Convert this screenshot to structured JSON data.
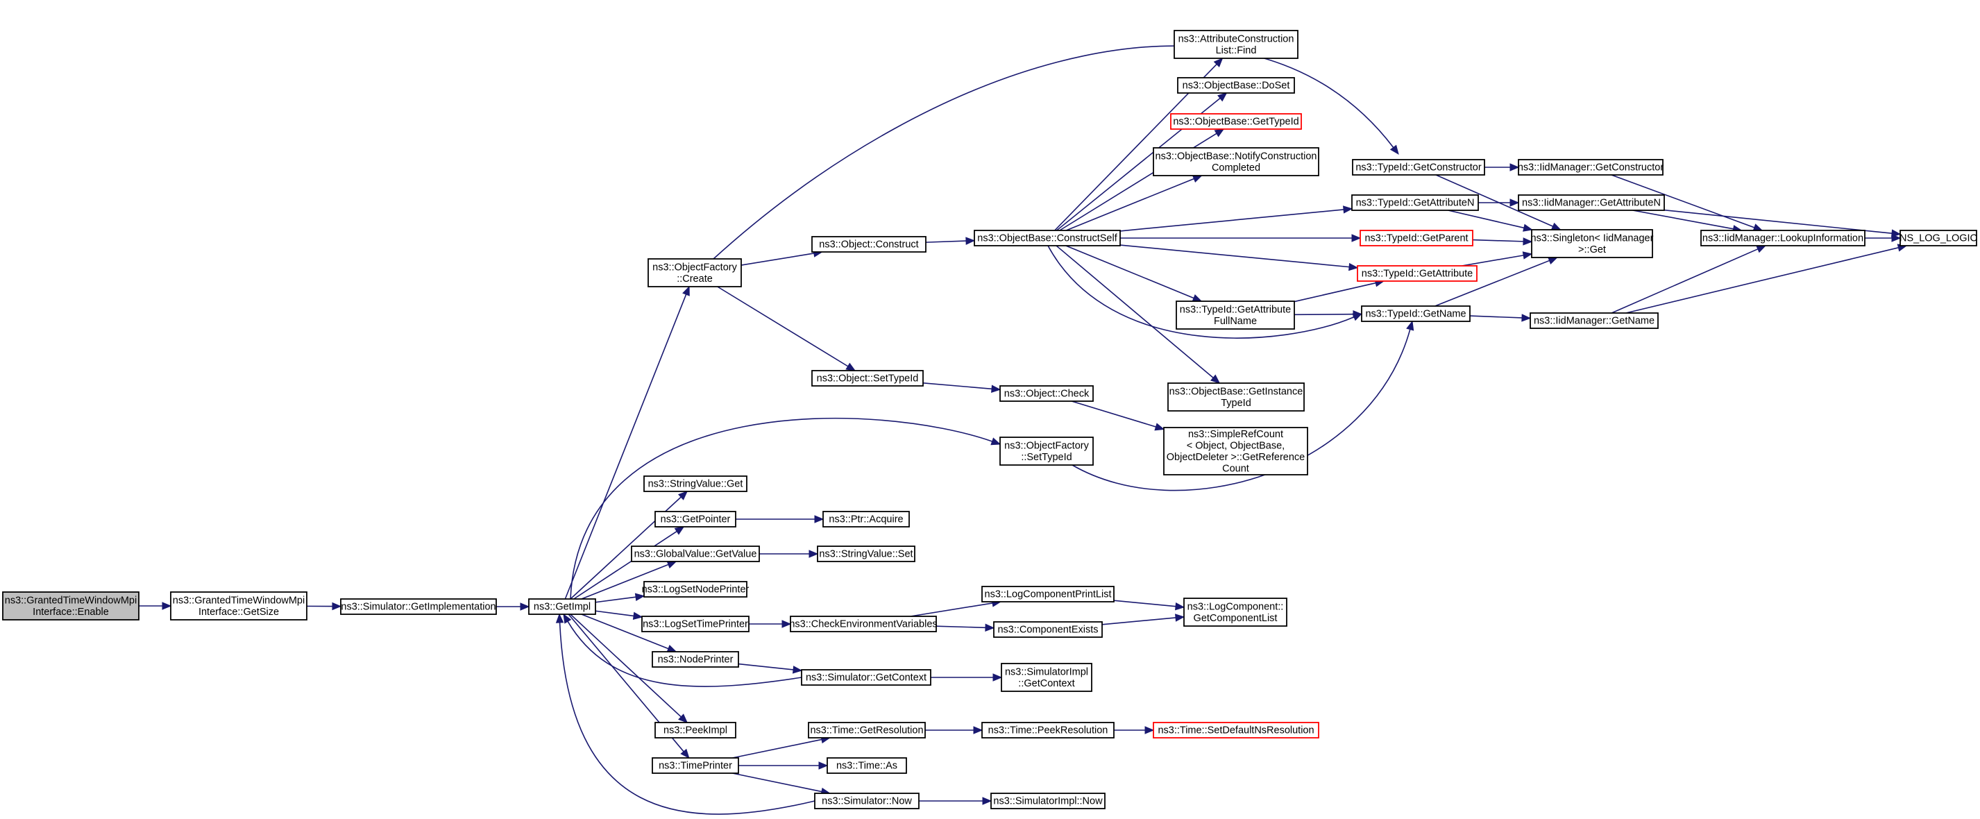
{
  "graph": {
    "colors": {
      "edge": "#191970",
      "border_normal": "#000000",
      "border_truncated": "#ff0000",
      "root_fill": "#bfbfbf",
      "node_fill": "#ffffff"
    },
    "nodes": [
      {
        "id": "enable",
        "lines": [
          "ns3::GrantedTimeWindowMpi",
          "Interface::Enable"
        ],
        "style": "root"
      },
      {
        "id": "getsize",
        "lines": [
          "ns3::GrantedTimeWindowMpi",
          "Interface::GetSize"
        ]
      },
      {
        "id": "simgetimpl",
        "lines": [
          "ns3::Simulator::GetImplementation"
        ]
      },
      {
        "id": "getimpl",
        "lines": [
          "ns3::GetImpl"
        ]
      },
      {
        "id": "ofcreate",
        "lines": [
          "ns3::ObjectFactory",
          "::Create"
        ]
      },
      {
        "id": "objconstruct",
        "lines": [
          "ns3::Object::Construct"
        ]
      },
      {
        "id": "constructself",
        "lines": [
          "ns3::ObjectBase::ConstructSelf"
        ]
      },
      {
        "id": "attrfind",
        "lines": [
          "ns3::AttributeConstruction",
          "List::Find"
        ]
      },
      {
        "id": "doset",
        "lines": [
          "ns3::ObjectBase::DoSet"
        ]
      },
      {
        "id": "obgettypeid",
        "lines": [
          "ns3::ObjectBase::GetTypeId"
        ],
        "style": "truncated"
      },
      {
        "id": "notifyconstruction",
        "lines": [
          "ns3::ObjectBase::NotifyConstruction",
          "Completed"
        ]
      },
      {
        "id": "getconstructor",
        "lines": [
          "ns3::TypeId::GetConstructor"
        ]
      },
      {
        "id": "getattributen",
        "lines": [
          "ns3::TypeId::GetAttributeN"
        ]
      },
      {
        "id": "getparent",
        "lines": [
          "ns3::TypeId::GetParent"
        ],
        "style": "truncated"
      },
      {
        "id": "getattribute",
        "lines": [
          "ns3::TypeId::GetAttribute"
        ],
        "style": "truncated"
      },
      {
        "id": "getattrfullname",
        "lines": [
          "ns3::TypeId::GetAttribute",
          "FullName"
        ]
      },
      {
        "id": "getname",
        "lines": [
          "ns3::TypeId::GetName"
        ]
      },
      {
        "id": "iidgetconstructor",
        "lines": [
          "ns3::IidManager::GetConstructor"
        ]
      },
      {
        "id": "iidgetattributen",
        "lines": [
          "ns3::IidManager::GetAttributeN"
        ]
      },
      {
        "id": "singletonget",
        "lines": [
          "ns3::Singleton< IidManager",
          "&gt;::Get"
        ]
      },
      {
        "id": "iidgetname",
        "lines": [
          "ns3::IidManager::GetName"
        ]
      },
      {
        "id": "lookupinfo",
        "lines": [
          "ns3::IidManager::LookupInformation"
        ]
      },
      {
        "id": "nslog",
        "lines": [
          "NS_LOG_LOGIC"
        ]
      },
      {
        "id": "objsettypeid",
        "lines": [
          "ns3::Object::SetTypeId"
        ]
      },
      {
        "id": "objcheck",
        "lines": [
          "ns3::Object::Check"
        ]
      },
      {
        "id": "obgetinstancetypeid",
        "lines": [
          "ns3::ObjectBase::GetInstance",
          "TypeId"
        ]
      },
      {
        "id": "simplerefcount",
        "lines": [
          "ns3::SimpleRefCount",
          "< Object, ObjectBase,",
          "ObjectDeleter >::GetReference",
          "Count"
        ]
      },
      {
        "id": "ofsettypeid",
        "lines": [
          "ns3::ObjectFactory",
          "::SetTypeId"
        ]
      },
      {
        "id": "stringvalueget",
        "lines": [
          "ns3::StringValue::Get"
        ]
      },
      {
        "id": "getpointer",
        "lines": [
          "ns3::GetPointer"
        ]
      },
      {
        "id": "ptracquire",
        "lines": [
          "ns3::Ptr::Acquire"
        ]
      },
      {
        "id": "globalvalueget",
        "lines": [
          "ns3::GlobalValue::GetValue"
        ]
      },
      {
        "id": "stringvalueset",
        "lines": [
          "ns3::StringValue::Set"
        ]
      },
      {
        "id": "logsetnodeprinter",
        "lines": [
          "ns3::LogSetNodePrinter"
        ]
      },
      {
        "id": "logsettimeprinter",
        "lines": [
          "ns3::LogSetTimePrinter"
        ]
      },
      {
        "id": "checkenv",
        "lines": [
          "ns3::CheckEnvironmentVariables"
        ]
      },
      {
        "id": "logcompprintlist",
        "lines": [
          "ns3::LogComponentPrintList"
        ]
      },
      {
        "id": "componentexists",
        "lines": [
          "ns3::ComponentExists"
        ]
      },
      {
        "id": "getcomponentlist",
        "lines": [
          "ns3::LogComponent::",
          "GetComponentList"
        ]
      },
      {
        "id": "nodeprinter",
        "lines": [
          "ns3::NodePrinter"
        ]
      },
      {
        "id": "simgetcontext",
        "lines": [
          "ns3::Simulator::GetContext"
        ]
      },
      {
        "id": "simimplgetcontext",
        "lines": [
          "ns3::SimulatorImpl",
          "::GetContext"
        ]
      },
      {
        "id": "peekimpl",
        "lines": [
          "ns3::PeekImpl"
        ]
      },
      {
        "id": "timeprinter",
        "lines": [
          "ns3::TimePrinter"
        ]
      },
      {
        "id": "timegetresolution",
        "lines": [
          "ns3::Time::GetResolution"
        ]
      },
      {
        "id": "timepeekresolution",
        "lines": [
          "ns3::Time::PeekResolution"
        ]
      },
      {
        "id": "setdefaultns",
        "lines": [
          "ns3::Time::SetDefaultNsResolution"
        ],
        "style": "truncated"
      },
      {
        "id": "timeas",
        "lines": [
          "ns3::Time::As"
        ]
      },
      {
        "id": "simnow",
        "lines": [
          "ns3::Simulator::Now"
        ]
      },
      {
        "id": "simimplnow",
        "lines": [
          "ns3::SimulatorImpl::Now"
        ]
      }
    ],
    "edges": [
      [
        "enable",
        "getsize"
      ],
      [
        "getsize",
        "simgetimpl"
      ],
      [
        "simgetimpl",
        "getimpl"
      ],
      [
        "getimpl",
        "ofcreate"
      ],
      [
        "getimpl",
        "ofsettypeid"
      ],
      [
        "getimpl",
        "stringvalueget"
      ],
      [
        "getimpl",
        "getpointer"
      ],
      [
        "getimpl",
        "globalvalueget"
      ],
      [
        "getimpl",
        "logsetnodeprinter"
      ],
      [
        "getimpl",
        "logsettimeprinter"
      ],
      [
        "getimpl",
        "nodeprinter"
      ],
      [
        "getimpl",
        "peekimpl"
      ],
      [
        "getimpl",
        "timeprinter"
      ],
      [
        "ofcreate",
        "objconstruct"
      ],
      [
        "ofcreate",
        "objsettypeid"
      ],
      [
        "ofcreate",
        "getconstructor"
      ],
      [
        "objconstruct",
        "constructself"
      ],
      [
        "constructself",
        "attrfind"
      ],
      [
        "constructself",
        "doset"
      ],
      [
        "constructself",
        "obgettypeid"
      ],
      [
        "constructself",
        "notifyconstruction"
      ],
      [
        "constructself",
        "getattributen"
      ],
      [
        "constructself",
        "getparent"
      ],
      [
        "constructself",
        "getattribute"
      ],
      [
        "constructself",
        "getattrfullname"
      ],
      [
        "constructself",
        "getname"
      ],
      [
        "constructself",
        "obgetinstancetypeid"
      ],
      [
        "getconstructor",
        "iidgetconstructor"
      ],
      [
        "getconstructor",
        "singletonget"
      ],
      [
        "getattributen",
        "iidgetattributen"
      ],
      [
        "getattributen",
        "singletonget"
      ],
      [
        "getparent",
        "singletonget"
      ],
      [
        "getattribute",
        "singletonget"
      ],
      [
        "getattrfullname",
        "getattribute"
      ],
      [
        "getattrfullname",
        "getname"
      ],
      [
        "getname",
        "singletonget"
      ],
      [
        "getname",
        "iidgetname"
      ],
      [
        "iidgetconstructor",
        "lookupinfo"
      ],
      [
        "iidgetattributen",
        "lookupinfo"
      ],
      [
        "iidgetattributen",
        "nslog"
      ],
      [
        "iidgetname",
        "lookupinfo"
      ],
      [
        "iidgetname",
        "nslog"
      ],
      [
        "lookupinfo",
        "nslog"
      ],
      [
        "objsettypeid",
        "objcheck"
      ],
      [
        "objcheck",
        "simplerefcount"
      ],
      [
        "ofsettypeid",
        "getname"
      ],
      [
        "getpointer",
        "ptracquire"
      ],
      [
        "globalvalueget",
        "stringvalueset"
      ],
      [
        "logsettimeprinter",
        "checkenv"
      ],
      [
        "checkenv",
        "logcompprintlist"
      ],
      [
        "checkenv",
        "componentexists"
      ],
      [
        "logcompprintlist",
        "getcomponentlist"
      ],
      [
        "componentexists",
        "getcomponentlist"
      ],
      [
        "nodeprinter",
        "simgetcontext"
      ],
      [
        "simgetcontext",
        "getimpl"
      ],
      [
        "simgetcontext",
        "simimplgetcontext"
      ],
      [
        "timeprinter",
        "timegetresolution"
      ],
      [
        "timeprinter",
        "timeas"
      ],
      [
        "timeprinter",
        "simnow"
      ],
      [
        "timegetresolution",
        "timepeekresolution"
      ],
      [
        "timepeekresolution",
        "setdefaultns"
      ],
      [
        "simnow",
        "getimpl"
      ],
      [
        "simnow",
        "simimplnow"
      ]
    ]
  }
}
